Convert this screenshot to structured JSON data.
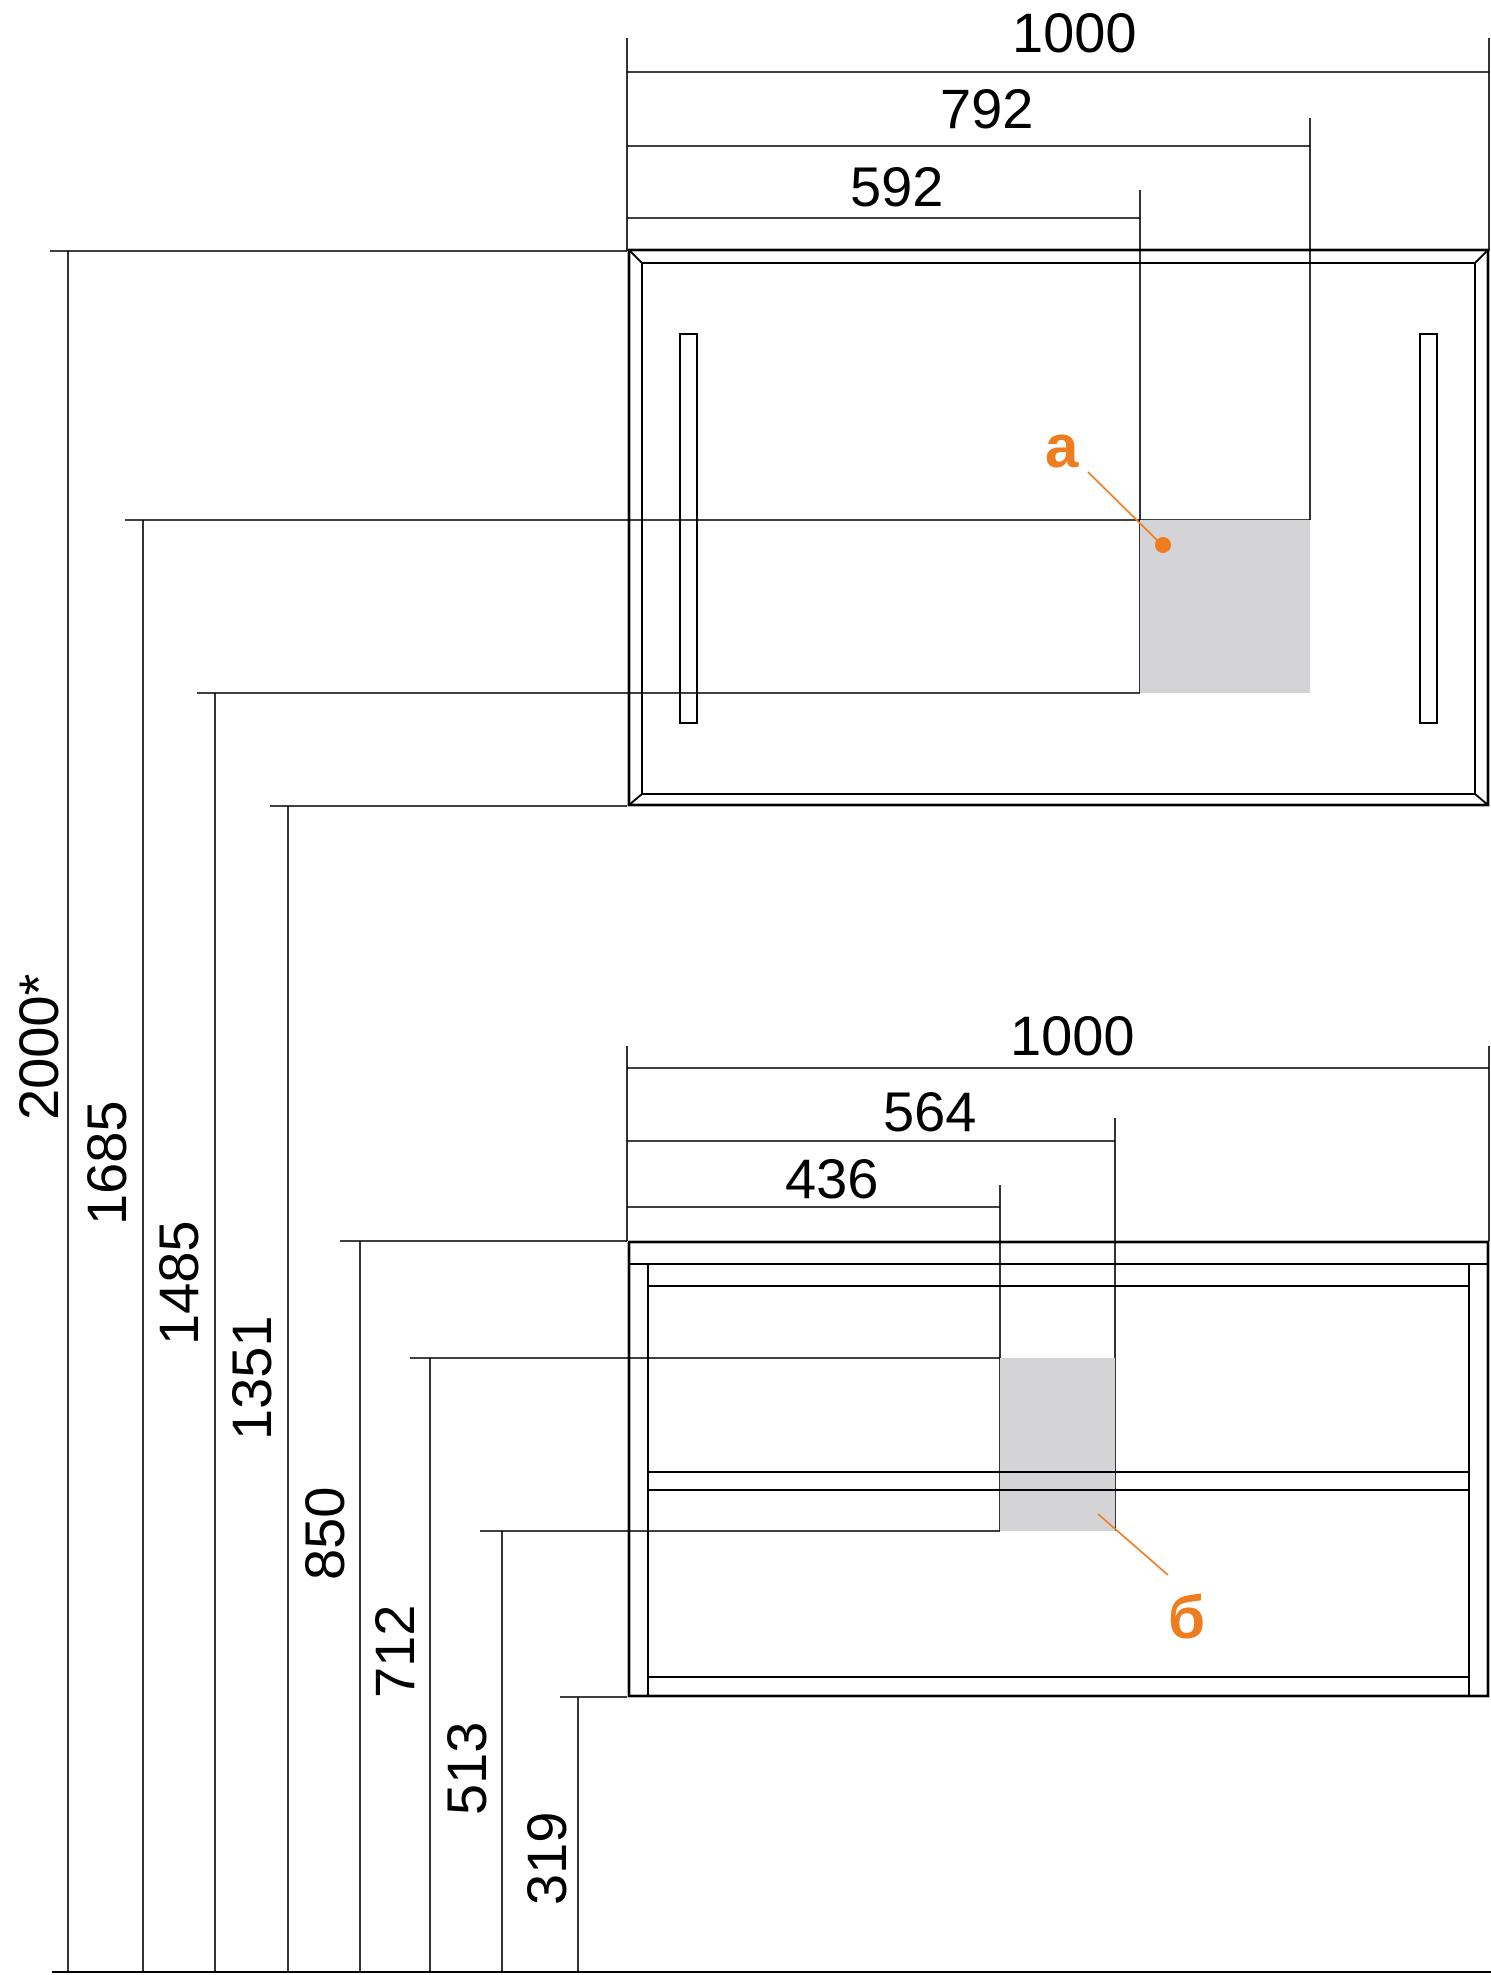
{
  "colors": {
    "line": "#000000",
    "accent": "#ee7d1f",
    "zone_fill": "#d4d4d6"
  },
  "mirror": {
    "width_total": "1000",
    "width_mid": "792",
    "width_small": "592",
    "marker": "а"
  },
  "cabinet": {
    "width_total": "1000",
    "width_mid": "564",
    "width_small": "436",
    "marker": "б"
  },
  "heights": {
    "total": "2000*",
    "h1685": "1685",
    "h1485": "1485",
    "h1351": "1351",
    "h850": "850",
    "h712": "712",
    "h513": "513",
    "h319": "319"
  }
}
